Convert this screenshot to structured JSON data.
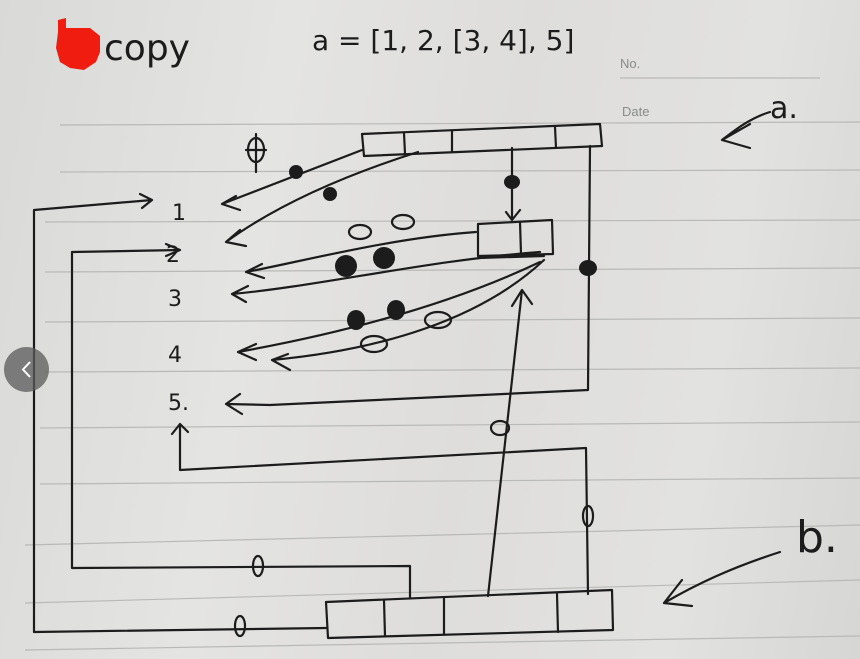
{
  "note": {
    "title": "copy",
    "expression": "a = [1, 2, [3, 4], 5]",
    "printed_labels": {
      "no": "No.",
      "date": "Date"
    },
    "list_labels": [
      "1",
      "2",
      "3",
      "4",
      "5."
    ],
    "variable_labels": {
      "a": "a.",
      "b": "b."
    },
    "redaction_color": "#f01c10",
    "ink_color": "#1c1c1c"
  },
  "viewer": {
    "prev_button_icon": "chevron-left-icon"
  }
}
